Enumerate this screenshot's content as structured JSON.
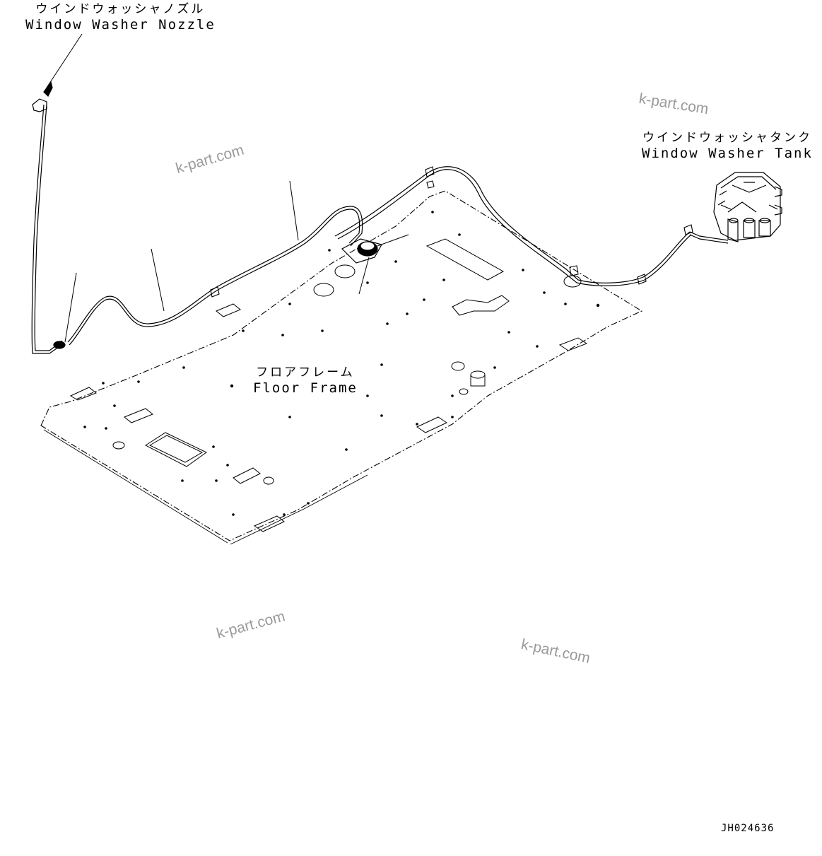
{
  "labels": {
    "nozzle": {
      "jp": "ウインドウォッシャノズル",
      "en": "Window Washer Nozzle"
    },
    "tank": {
      "jp": "ウインドウォッシャタンク",
      "en": "Window Washer Tank"
    },
    "floor": {
      "jp": "フロアフレーム",
      "en": "Floor Frame"
    }
  },
  "watermarks": [
    "k-part.com",
    "k-part.com",
    "k-part.com",
    "k-part.com"
  ],
  "drawing_code": "JH024636",
  "colors": {
    "line": "#000000",
    "background": "#ffffff",
    "watermark": "#9a9a9a"
  }
}
